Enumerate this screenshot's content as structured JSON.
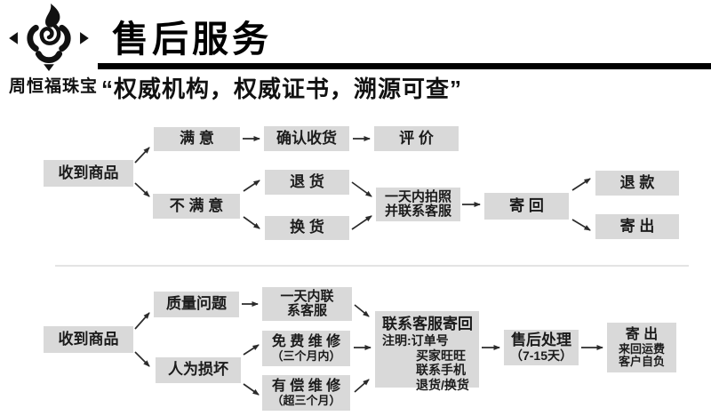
{
  "brand": {
    "name": "周恒福珠宝"
  },
  "header": {
    "title": "售后服务",
    "subtitle": "“权威机构，权威证书，溯源可查”"
  },
  "flow1": {
    "received": "收到商品",
    "satisfied": "满 意",
    "confirm_receipt": "确认收货",
    "evaluate": "评 价",
    "unsatisfied": "不 满 意",
    "return_goods": "退 货",
    "exchange_goods": "换 货",
    "photo": {
      "line1": "一天内拍照",
      "line2": "并联系客服"
    },
    "send_back": "寄 回",
    "refund": "退 款",
    "send_out": "寄 出"
  },
  "flow2": {
    "received": "收到商品",
    "quality_issue": "质量问题",
    "human_damage": "人为损坏",
    "contact": {
      "line1": "一天内联",
      "line2": "系客服"
    },
    "free_repair": {
      "title": "免 费 维 修",
      "sub": "（三个月内）"
    },
    "paid_repair": {
      "title": "有 偿 维 修",
      "sub": "（超三个月）"
    },
    "send_back_info": {
      "title": "联系客服寄回",
      "note": "注明:订单号",
      "item1": "买家旺旺",
      "item2": "联系手机",
      "item3": "退货/换货"
    },
    "processing": {
      "title": "售后处理",
      "sub": "（7-15天）"
    },
    "ship": {
      "title": "寄 出",
      "sub1": "来回运费",
      "sub2": "客户自负"
    }
  },
  "colors": {
    "box_bg": "#d9d9d9",
    "text": "#1b1b1b",
    "arrow": "#2b2b2b",
    "rule": "#000000"
  }
}
